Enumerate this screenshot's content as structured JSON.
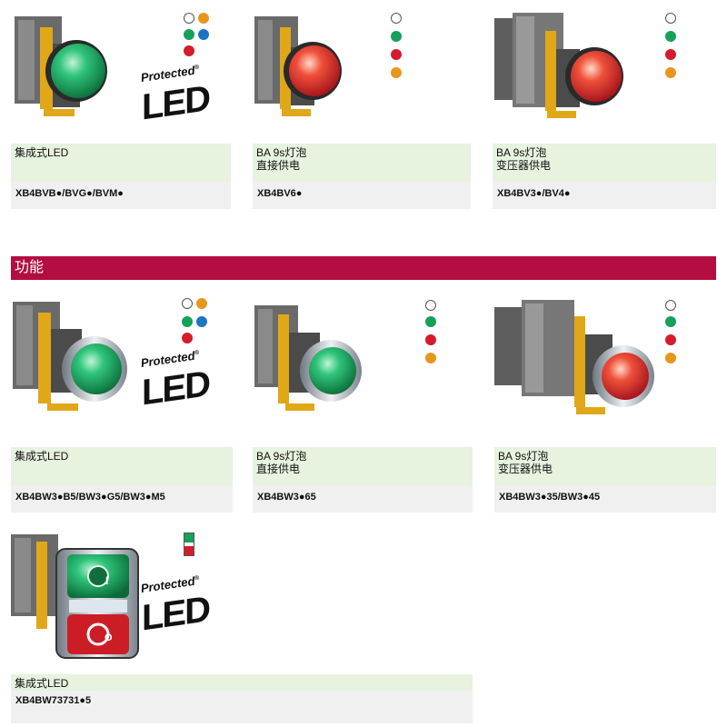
{
  "colors": {
    "banner": "#b40d41",
    "label_top_bg": "#e7f2df",
    "label_bottom_bg": "#f0f0f0",
    "green": "#17a05a",
    "red": "#d51c2c",
    "orange": "#e8961e",
    "blue": "#1d74c2",
    "white": "#ffffff"
  },
  "section": {
    "title": "功能"
  },
  "protected_led": {
    "line1": "Protected",
    "reg": "®",
    "line2": "LED"
  },
  "products": [
    {
      "name_lines": [
        "集成式LED"
      ],
      "code": "XB4BVB●/BVG●/BVM●"
    },
    {
      "name_lines": [
        "BA 9s灯泡",
        "直接供电"
      ],
      "code": "XB4BV6●"
    },
    {
      "name_lines": [
        "BA 9s灯泡",
        "变压器供电"
      ],
      "code": "XB4BV3●/BV4●"
    },
    {
      "name_lines": [
        "集成式LED"
      ],
      "code": "XB4BW3●B5/BW3●G5/BW3●M5"
    },
    {
      "name_lines": [
        "BA 9s灯泡",
        "直接供电"
      ],
      "code": "XB4BW3●65"
    },
    {
      "name_lines": [
        "BA 9s灯泡",
        "变压器供电"
      ],
      "code": "XB4BW3●35/BW3●45"
    },
    {
      "name_lines": [
        "集成式LED"
      ],
      "code": "XB4BW73731●5"
    }
  ],
  "button_symbols": {
    "start": "I",
    "stop": "O"
  }
}
